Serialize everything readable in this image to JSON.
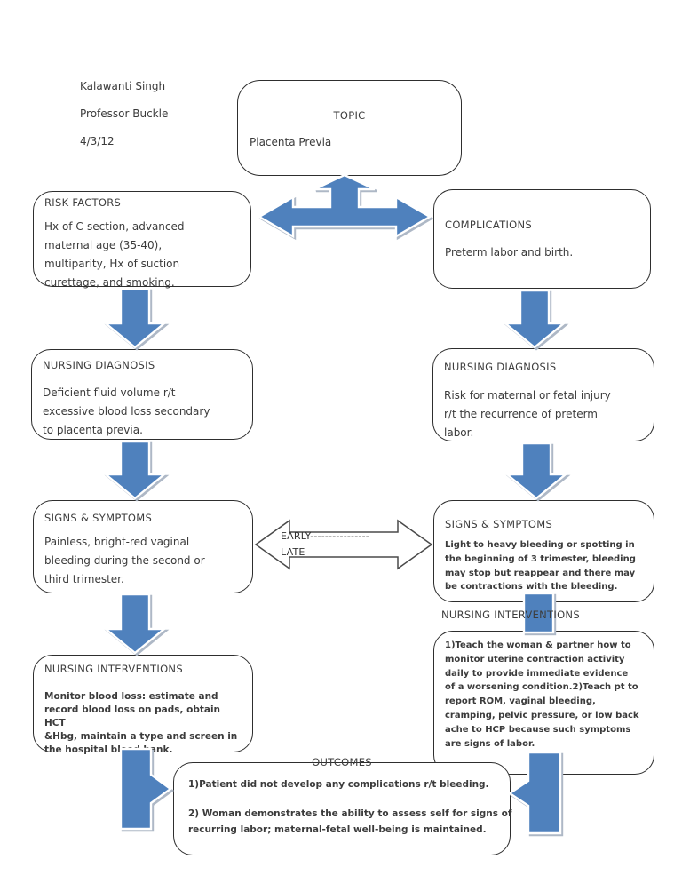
{
  "colors": {
    "accent": "#4f81bd",
    "shadow": "#aeb8c6",
    "border": "#2e2e2e",
    "ink": "#3b3b3b"
  },
  "header": {
    "author": "Kalawanti Singh",
    "professor": "Professor Buckle",
    "date": "4/3/12"
  },
  "topic": {
    "title": "TOPIC",
    "body": "Placenta Previa"
  },
  "risk_factors": {
    "title": "RISK FACTORS",
    "body": "Hx of C-section, advanced\nmaternal age (35-40),\nmultiparity, Hx of suction\ncurettage, and smoking."
  },
  "complications": {
    "title": "COMPLICATIONS",
    "body": "Preterm labor and birth."
  },
  "nursing_diagnosis_left": {
    "title": "NURSING DIAGNOSIS",
    "body": "Deficient fluid volume r/t\nexcessive blood loss secondary\nto placenta previa."
  },
  "nursing_diagnosis_right": {
    "title": "NURSING DIAGNOSIS",
    "body": "Risk for maternal or fetal injury\nr/t the recurrence of preterm\nlabor."
  },
  "signs_symptoms_left": {
    "title": "SIGNS & SYMPTOMS",
    "body": "Painless, bright-red vaginal\nbleeding during the second or\nthird trimester."
  },
  "signs_symptoms_right": {
    "title": "SIGNS & SYMPTOMS",
    "body": "Light to heavy bleeding or spotting in\nthe beginning of 3 trimester, bleeding\nmay stop but reappear and there may\nbe contractions with the bleeding."
  },
  "nursing_interventions_left": {
    "title": "NURSING INTERVENTIONS",
    "body": "Monitor blood loss: estimate and\nrecord blood loss on pads, obtain HCT\n&Hbg, maintain a type and screen in\nthe hospital blood bank."
  },
  "nursing_interventions_right": {
    "title": "NURSING INTERVENTIONS",
    "body": "1)Teach the woman & partner how to\nmonitor uterine contraction activity\ndaily to provide immediate evidence\nof a worsening condition.2)Teach pt to\nreport ROM, vaginal bleeding,\ncramping, pelvic pressure, or low back\nache to HCP because such symptoms\nare signs of labor."
  },
  "outcomes": {
    "title": "OUTCOMES",
    "items": [
      "1)Patient did not develop any complications r/t bleeding.",
      "2) Woman demonstrates the ability to assess self for signs of\nrecurring labor; maternal-fetal well-being is maintained."
    ]
  },
  "timeline_arrow": {
    "early_label": "EARLY----------------",
    "late_label": "LATE"
  }
}
